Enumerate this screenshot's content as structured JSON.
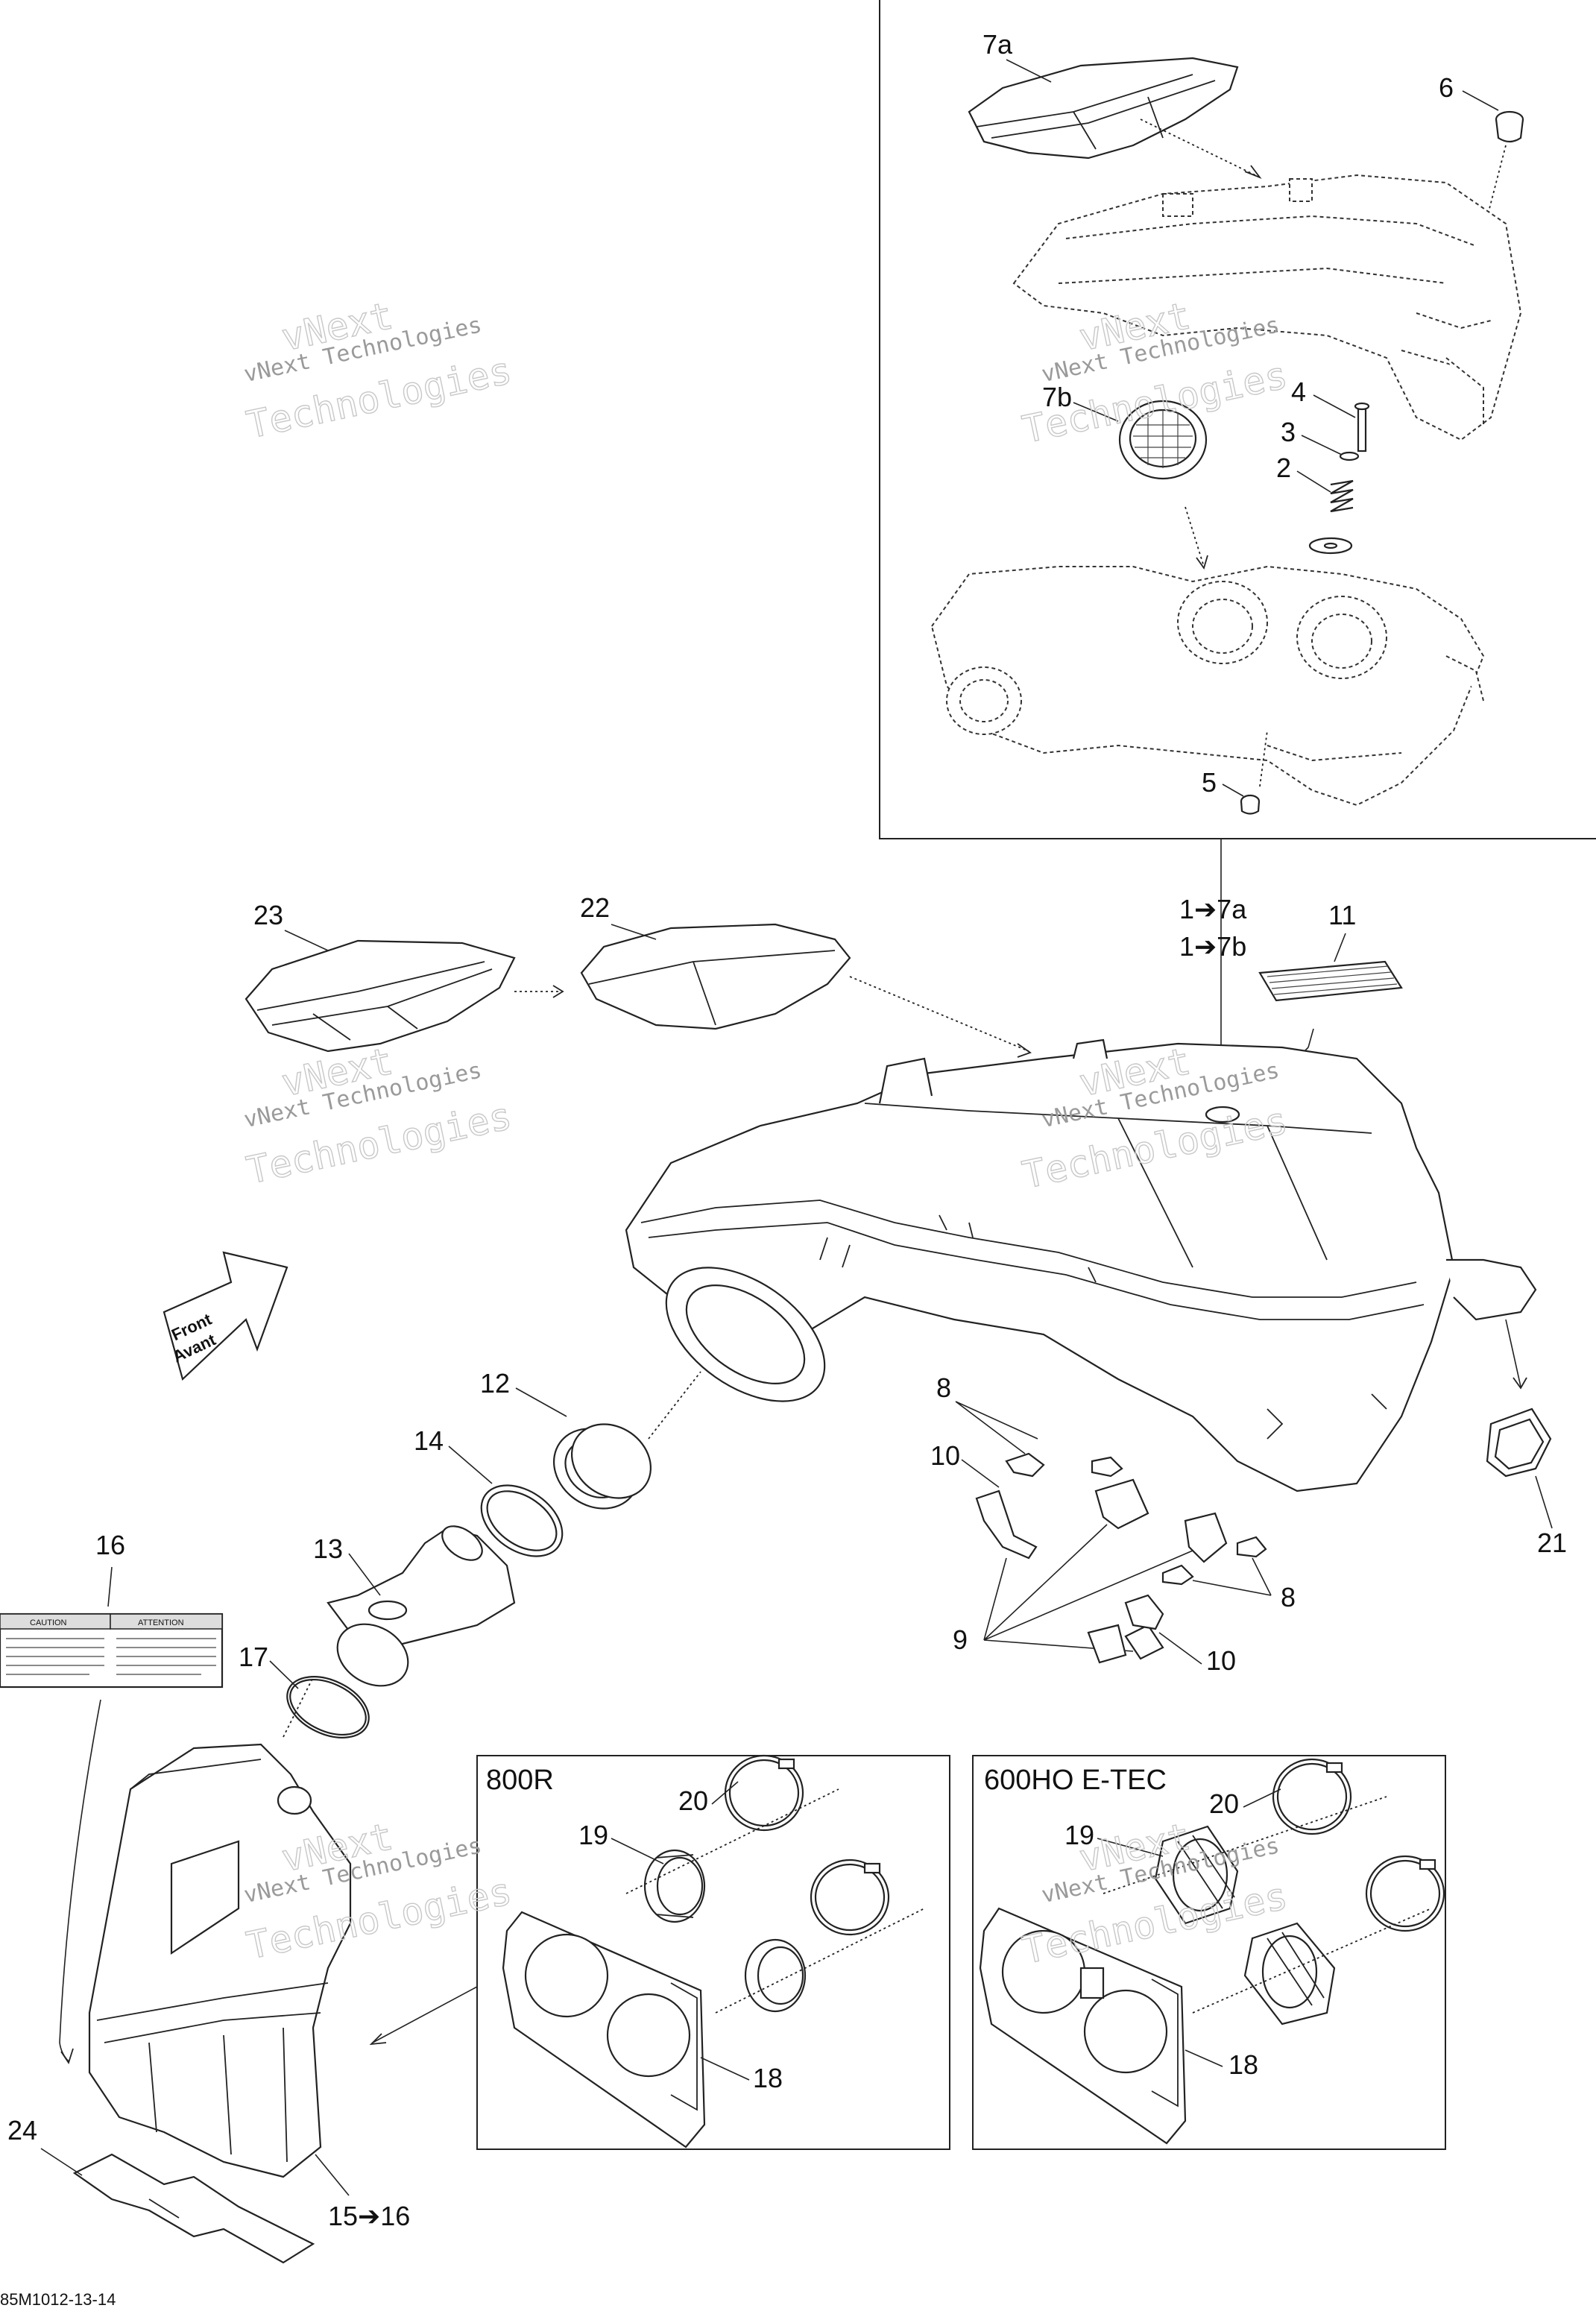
{
  "diagram_id": "85M1012-13-14",
  "watermark": {
    "line1": "vNext",
    "line2": "vNext Technologies",
    "line3": "Technologies"
  },
  "callouts": {
    "c7a": "7a",
    "c6": "6",
    "c4": "4",
    "c3": "3",
    "c2": "2",
    "c7b": "7b",
    "c5": "5",
    "c1_7a": "1➔7a",
    "c1_7b": "1➔7b",
    "c11": "11",
    "c23": "23",
    "c22": "22",
    "c8a": "8",
    "c10a": "10",
    "c12": "12",
    "c14": "14",
    "c13": "13",
    "c16": "16",
    "c17": "17",
    "c21": "21",
    "c8b": "8",
    "c9": "9",
    "c10b": "10",
    "c19a": "19",
    "c20a": "20",
    "c18a": "18",
    "c19b": "19",
    "c20b": "20",
    "c18b": "18",
    "c24": "24",
    "c15_16": "15➔16"
  },
  "variant_boxes": {
    "left": "800R",
    "right": "600HO E-TEC"
  },
  "front_arrow": {
    "line1": "Front",
    "line2": "Avant"
  },
  "warning_label": {
    "left_title": "CAUTION",
    "right_title": "ATTENTION"
  }
}
